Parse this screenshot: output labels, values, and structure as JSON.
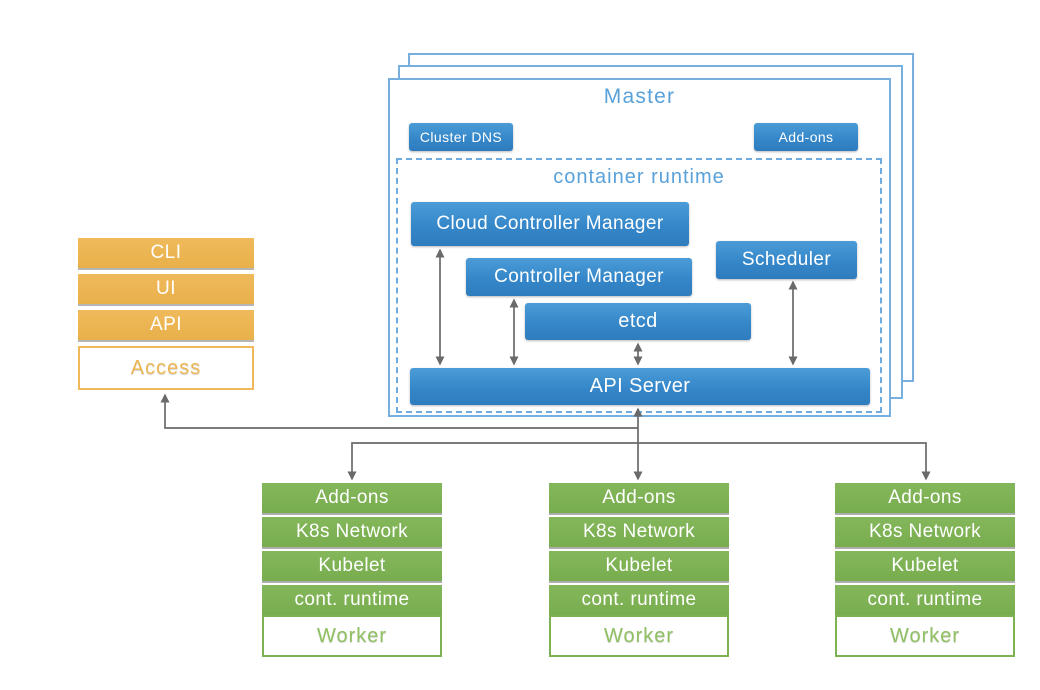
{
  "colors": {
    "box_blue_top": "#4b9cd7",
    "box_blue_bottom": "#2e7cbe",
    "frame_light_blue": "#77b0df",
    "label_blue": "#58a1d9",
    "orange": "#eab14e",
    "green": "#7db152",
    "arrow_gray": "#6a6a6a"
  },
  "master": {
    "title": "Master",
    "cluster_dns_label": "Cluster DNS",
    "addons_label": "Add-ons",
    "container_runtime_title": "container runtime",
    "components": {
      "cloud_controller_manager": "Cloud Controller Manager",
      "controller_manager": "Controller Manager",
      "scheduler": "Scheduler",
      "etcd": "etcd",
      "api_server": "API Server"
    }
  },
  "access_stack": {
    "items": [
      "CLI",
      "UI",
      "API"
    ],
    "footer_label": "Access"
  },
  "workers": [
    {
      "rows": [
        "Add-ons",
        "K8s Network",
        "Kubelet",
        "cont. runtime"
      ],
      "footer_label": "Worker"
    },
    {
      "rows": [
        "Add-ons",
        "K8s Network",
        "Kubelet",
        "cont. runtime"
      ],
      "footer_label": "Worker"
    },
    {
      "rows": [
        "Add-ons",
        "K8s Network",
        "Kubelet",
        "cont. runtime"
      ],
      "footer_label": "Worker"
    }
  ]
}
